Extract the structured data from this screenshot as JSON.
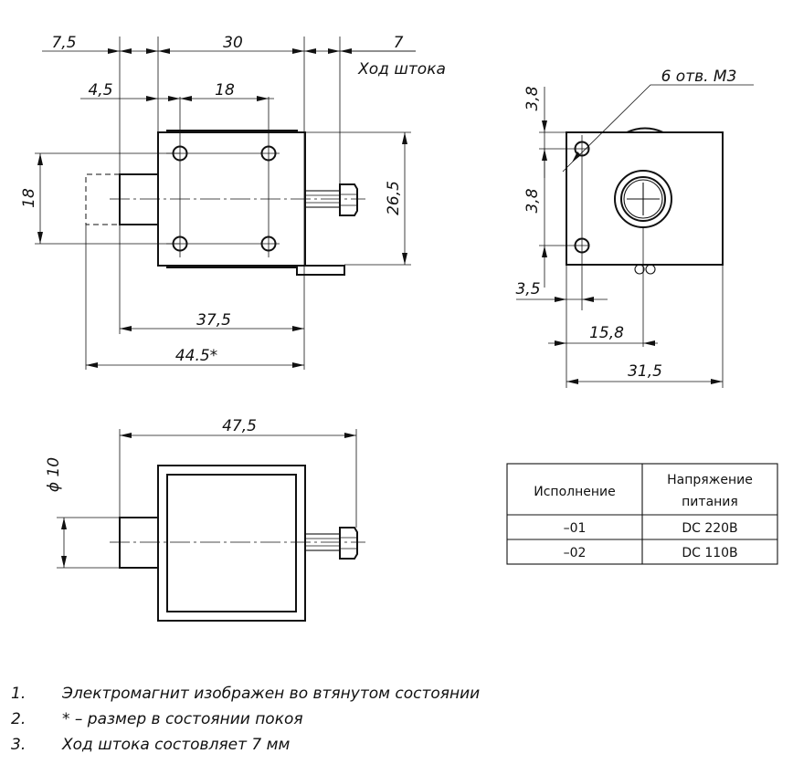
{
  "front_view": {
    "dim_7_5": "7,5",
    "dim_30": "30",
    "dim_7": "7",
    "stroke_label": "Ход штока",
    "dim_4_5": "4,5",
    "dim_18_top": "18",
    "dim_18_left": "18",
    "dim_26_5": "26,5",
    "dim_37_5": "37,5",
    "dim_44_5": "44.5*"
  },
  "side_view": {
    "holes_label": "6 отв. М3",
    "dim_3_8_top": "3,8",
    "dim_3_8_mid": "3,8",
    "dim_3_5": "3,5",
    "dim_15_8": "15,8",
    "dim_31_5": "31,5"
  },
  "top_view": {
    "dim_47_5": "47,5",
    "dim_phi_10": "ϕ 10"
  },
  "table": {
    "headers": [
      "Исполнение",
      "Напряжение",
      "питания"
    ],
    "rows": [
      {
        "variant": "–01",
        "voltage": "DC 220В"
      },
      {
        "variant": "–02",
        "voltage": "DC 110В"
      }
    ]
  },
  "notes": [
    {
      "num": "1.",
      "text": "Электромагнит изображен во втянутом состоянии"
    },
    {
      "num": "2.",
      "text": "* – размер в состоянии покоя"
    },
    {
      "num": "3.",
      "text": "Ход штока состовляет 7 мм"
    }
  ]
}
